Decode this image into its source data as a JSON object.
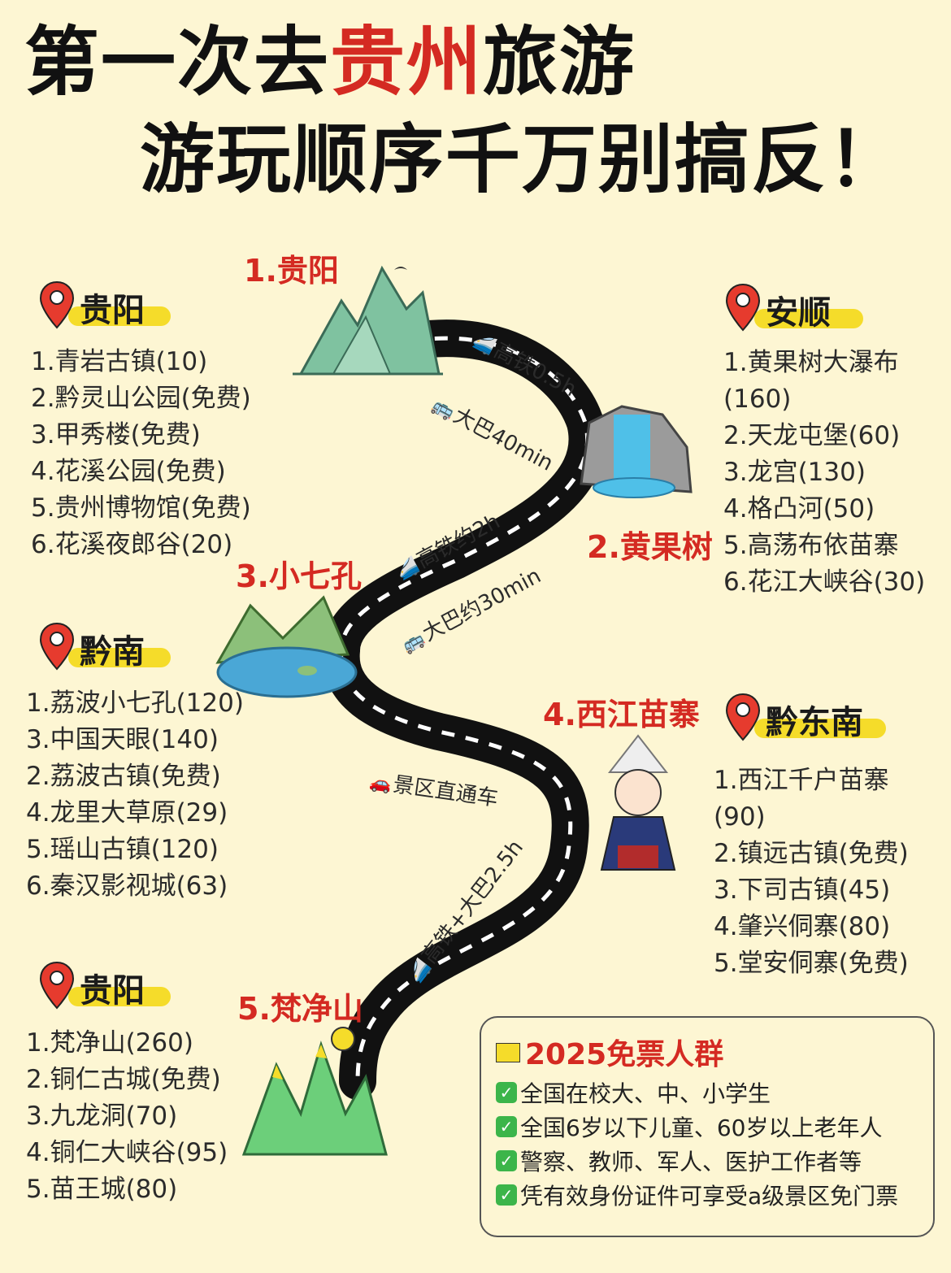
{
  "title": {
    "line1_pre": "第一次去",
    "line1_highlight": "贵州",
    "line1_post": "旅游",
    "line2": "游玩顺序千万别搞反！"
  },
  "stops": {
    "s1": "1.贵阳",
    "s2": "2.黄果树",
    "s3": "3.小七孔",
    "s4": "4.西江苗寨",
    "s5": "5.梵净山"
  },
  "transport": {
    "t1": "高铁0.5h",
    "t2": "大巴40min",
    "t3": "高铁约2h",
    "t4": "大巴约30min",
    "t5": "景区直通车",
    "t6": "高铁+大巴2.5h"
  },
  "regions": [
    {
      "name": "贵阳",
      "spots": [
        "1.青岩古镇(10)",
        "2.黔灵山公园(免费)",
        "3.甲秀楼(免费)",
        "4.花溪公园(免费)",
        "5.贵州博物馆(免费)",
        "6.花溪夜郎谷(20)"
      ]
    },
    {
      "name": "安顺",
      "spots": [
        "1.黄果树大瀑布",
        "(160)",
        "2.天龙屯堡(60)",
        "3.龙宫(130)",
        "4.格凸河(50)",
        "5.高荡布依苗寨",
        "6.花江大峡谷(30)"
      ]
    },
    {
      "name": "黔南",
      "spots": [
        "1.荔波小七孔(120)",
        "3.中国天眼(140)",
        "2.荔波古镇(免费)",
        "4.龙里大草原(29)",
        "5.瑶山古镇(120)",
        "6.秦汉影视城(63)"
      ]
    },
    {
      "name": "黔东南",
      "spots": [
        "1.西江千户苗寨",
        "(90)",
        "2.镇远古镇(免费)",
        "3.下司古镇(45)",
        "4.肇兴侗寨(80)",
        "5.堂安侗寨(免费)"
      ]
    },
    {
      "name": "贵阳",
      "spots": [
        "1.梵净山(260)",
        "2.铜仁古城(免费)",
        "3.九龙洞(70)",
        "4.铜仁大峡谷(95)",
        "5.苗王城(80)"
      ]
    }
  ],
  "free_tickets": {
    "title": "2025免票人群",
    "items": [
      "全国在校大、中、小学生",
      "全国6岁以下儿童、60岁以上老年人",
      "警察、教师、军人、医护工作者等",
      "凭有效身份证件可享受a级景区免门票"
    ]
  },
  "colors": {
    "accent": "#d42a22",
    "highlight": "#f5dc2a",
    "road": "#111111",
    "background": "#fdf6d3"
  }
}
